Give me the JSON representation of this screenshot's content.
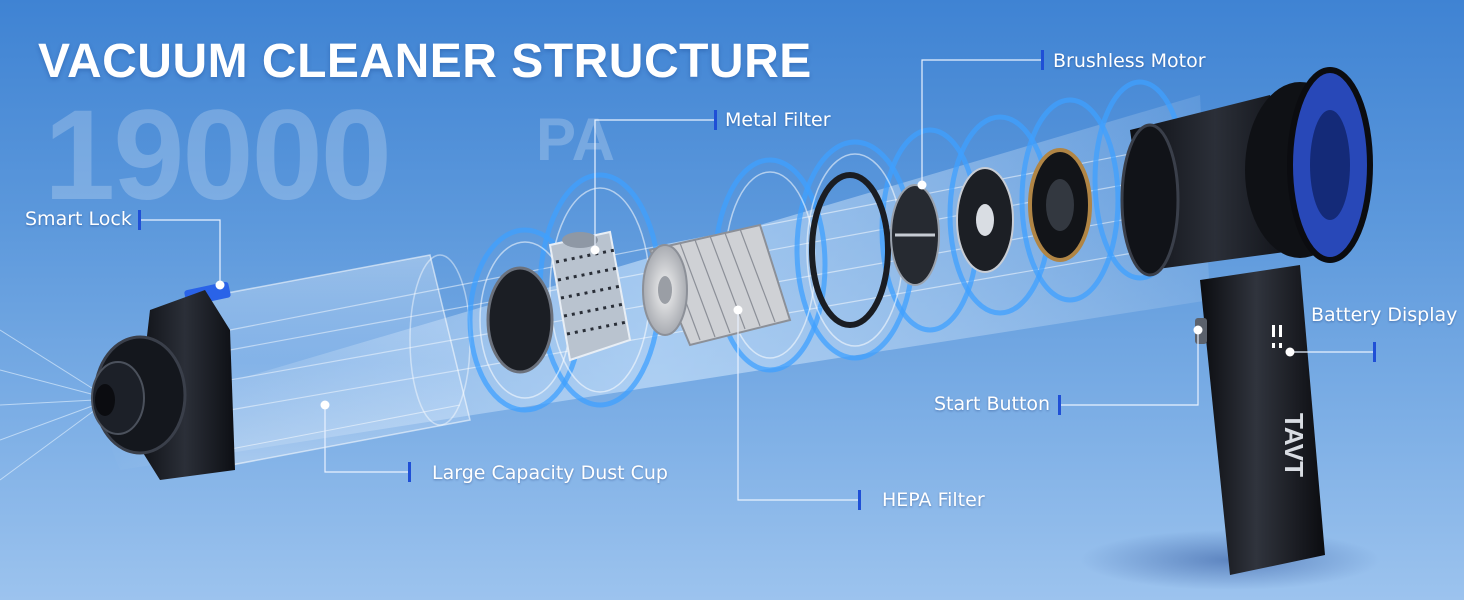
{
  "title": "VACUUM CLEANER STRUCTURE",
  "suction": {
    "value": "19000",
    "unit": "PA"
  },
  "brand": "TAVT",
  "colors": {
    "accent": "#1f4fd6",
    "line": "#e8f1ff",
    "glow": "#3fa0ff"
  },
  "callouts": {
    "smart_lock": "Smart Lock",
    "metal_filter": "Metal Filter",
    "brushless_motor": "Brushless Motor",
    "battery_display": "Battery Display",
    "start_button": "Start Button",
    "dust_cup": "Large Capacity Dust Cup",
    "hepa_filter": "HEPA Filter"
  }
}
